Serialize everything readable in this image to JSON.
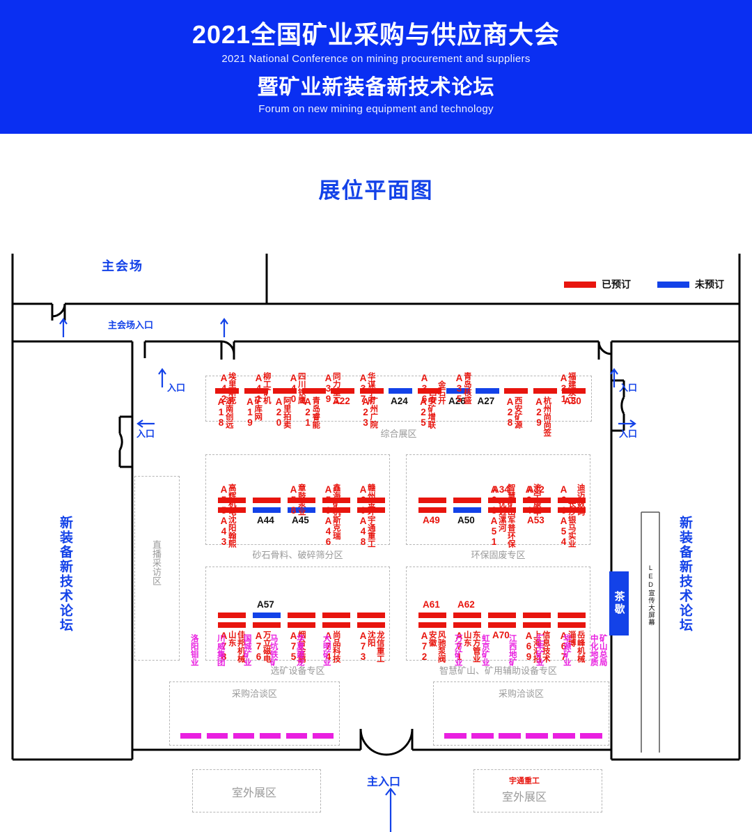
{
  "banner": {
    "title_cn": "2021全国矿业采购与供应商大会",
    "title_en": "2021 National Conference on mining procurement and suppliers",
    "subtitle_cn": "暨矿业新装备新技术论坛",
    "subtitle_en": "Forum on new mining equipment and technology",
    "bg_color": "#0a2ff2"
  },
  "page_title": "展位平面图",
  "legend": {
    "booked": {
      "label": "已预订",
      "color": "#e8150e"
    },
    "available": {
      "label": "未预订",
      "color": "#1342e8"
    }
  },
  "rooms": {
    "main_hall": "主会场",
    "main_hall_entrance": "主会场入口",
    "left_forum": "新装备新技术论坛",
    "right_forum": "新装备新技术论坛",
    "broadcast_zone": "直播采访区",
    "tea_break": "茶歇",
    "led_screen": "LED宣传大屏幕",
    "main_entrance": "主入口",
    "outdoor_left": "室外展区",
    "outdoor_right": "室外展区",
    "outdoor_right_sponsor": "宇通重工"
  },
  "entrances": [
    {
      "label": "入口",
      "direction": "up"
    },
    {
      "label": "入口",
      "direction": "left"
    },
    {
      "label": "入口",
      "direction": "up"
    },
    {
      "label": "入口",
      "direction": "right"
    }
  ],
  "zones": [
    {
      "id": "comprehensive",
      "caption": "综合展区",
      "booths": [
        {
          "no": "A18",
          "name": "湖南创远",
          "status": "booked"
        },
        {
          "no": "A19",
          "name": "矿库网",
          "status": "booked"
        },
        {
          "no": "A20",
          "name": "阿里拍卖",
          "status": "booked"
        },
        {
          "no": "A21",
          "name": "青岛睿能",
          "status": "booked"
        },
        {
          "no": "A22",
          "name": "",
          "status": "booked"
        },
        {
          "no": "A23",
          "name": "广州广院",
          "status": "booked"
        },
        {
          "no": "A24",
          "name": "",
          "status": "available"
        },
        {
          "no": "A25",
          "name": "中矿增联",
          "status": "booked"
        },
        {
          "no": "A26",
          "name": "",
          "status": "available"
        },
        {
          "no": "A27",
          "name": "",
          "status": "available"
        },
        {
          "no": "A28",
          "name": "西安矿源",
          "status": "booked"
        },
        {
          "no": "A29",
          "name": "杭州尚尚签",
          "status": "booked"
        },
        {
          "no": "A30",
          "name": "",
          "status": "booked"
        }
      ]
    },
    {
      "id": "aggregate",
      "caption": "砂石骨料、破碎筛分区",
      "top_booths": [
        {
          "no": "A42",
          "name": "埃里斯克",
          "status": "booked"
        },
        {
          "no": "A41",
          "name": "柳工矿机",
          "status": "booked"
        },
        {
          "no": "A40",
          "name": "四川铁鹰",
          "status": "booked"
        },
        {
          "no": "A39",
          "name": "同力重工",
          "status": "booked"
        },
        {
          "no": "A37",
          "name": "华谋学府",
          "status": "booked"
        }
      ],
      "bottom_booths": [
        {
          "no": "A43",
          "name": "沈阳翰熙",
          "status": "booked"
        },
        {
          "no": "A44",
          "name": "",
          "status": "available"
        },
        {
          "no": "A45",
          "name": "",
          "status": "available"
        },
        {
          "no": "A46",
          "name": "斯克瑞",
          "status": "booked"
        },
        {
          "no": "A48",
          "name": "宇通重工",
          "status": "booked"
        }
      ]
    },
    {
      "id": "environmental",
      "caption": "环保固废专区",
      "top_booths": [
        {
          "no": "A36",
          "name": "西安",
          "name2": "金石开",
          "status": "booked"
        },
        {
          "no": "A35",
          "name": "青岛核盛",
          "status": "booked"
        },
        {
          "no": "A34",
          "name": "",
          "status": "booked"
        },
        {
          "no": "A32",
          "name": "",
          "status": "booked"
        },
        {
          "no": "A31",
          "name": "福建泉工",
          "status": "booked"
        }
      ],
      "bottom_booths": [
        {
          "no": "A49",
          "name": "",
          "status": "booked"
        },
        {
          "no": "A50",
          "name": "",
          "status": "available"
        },
        {
          "no": "A51",
          "name": "漯河",
          "name2": "军普环保",
          "status": "booked"
        },
        {
          "no": "A53",
          "name": "",
          "status": "booked"
        },
        {
          "no": "A54",
          "name": "银马实业",
          "status": "booked"
        }
      ]
    },
    {
      "id": "beneficiation",
      "caption": "选矿设备专区",
      "top_booths": [
        {
          "no": "A55",
          "name": "高辉机电",
          "status": "booked"
        },
        {
          "no": "A57",
          "name": "",
          "status": "available"
        },
        {
          "no": "A58",
          "name": "章鼓泵业",
          "status": "booked"
        },
        {
          "no": "A59",
          "name": "鑫海矿机",
          "status": "booked"
        },
        {
          "no": "A60",
          "name": "赣州金环",
          "status": "booked"
        }
      ],
      "bottom_booths": [
        {
          "no": "A78",
          "name": "山东",
          "name2": "佳邦机械",
          "status": "booked"
        },
        {
          "no": "A76",
          "name": "万立磁电",
          "status": "booked"
        },
        {
          "no": "A75",
          "name": "烟台金鹏",
          "status": "booked"
        },
        {
          "no": "A74",
          "name": "尚品科技",
          "status": "booked"
        },
        {
          "no": "A73",
          "name": "沈阳",
          "name2": "龙信重工",
          "status": "booked"
        }
      ]
    },
    {
      "id": "smartmine",
      "caption": "智慧矿山、矿用辅助设备专区",
      "top_booths": [
        {
          "no": "A61",
          "name": "",
          "status": "booked"
        },
        {
          "no": "A62",
          "name": "",
          "status": "booked"
        },
        {
          "no": "A63",
          "name": "优迈",
          "name2": "智慧矿山",
          "status": "booked"
        },
        {
          "no": "A64",
          "name": "济宁康华",
          "status": "booked"
        },
        {
          "no": "A66",
          "name": "长沙",
          "name2": "迪迈数码",
          "status": "booked"
        }
      ],
      "bottom_booths": [
        {
          "no": "A72",
          "name": "安徽",
          "name2": "风驰泵阀",
          "status": "booked"
        },
        {
          "no": "A71",
          "name": "山东",
          "name2": "东方管业",
          "status": "booked"
        },
        {
          "no": "A70",
          "name": "",
          "status": "booked"
        },
        {
          "no": "A69",
          "name": "上海汇招",
          "name2": "信息技术",
          "status": "booked"
        },
        {
          "no": "A67",
          "name": "淄博",
          "name2": "岳峰机械",
          "status": "booked"
        }
      ]
    },
    {
      "id": "procurement_left",
      "caption": "采购洽谈区",
      "booths": [
        {
          "name": "洛阳钼业",
          "status": "purple"
        },
        {
          "name": "川威集团",
          "status": "purple"
        },
        {
          "name": "国城矿业",
          "status": "purple"
        },
        {
          "name": "马坑铁矿",
          "status": "purple"
        },
        {
          "name": "华夏建龙",
          "status": "purple"
        },
        {
          "name": "大明矿业",
          "status": "purple"
        }
      ]
    },
    {
      "id": "procurement_right",
      "caption": "采购洽谈区",
      "booths": [
        {
          "name": "万方矿业",
          "status": "purple"
        },
        {
          "name": "虹京矿业",
          "status": "purple"
        },
        {
          "name": "江西地矿",
          "status": "purple"
        },
        {
          "name": "汇丰矿业",
          "status": "purple"
        },
        {
          "name": "华源矿业",
          "status": "purple"
        },
        {
          "name": "中化地质",
          "name2": "矿山总局",
          "status": "purple"
        }
      ]
    }
  ]
}
